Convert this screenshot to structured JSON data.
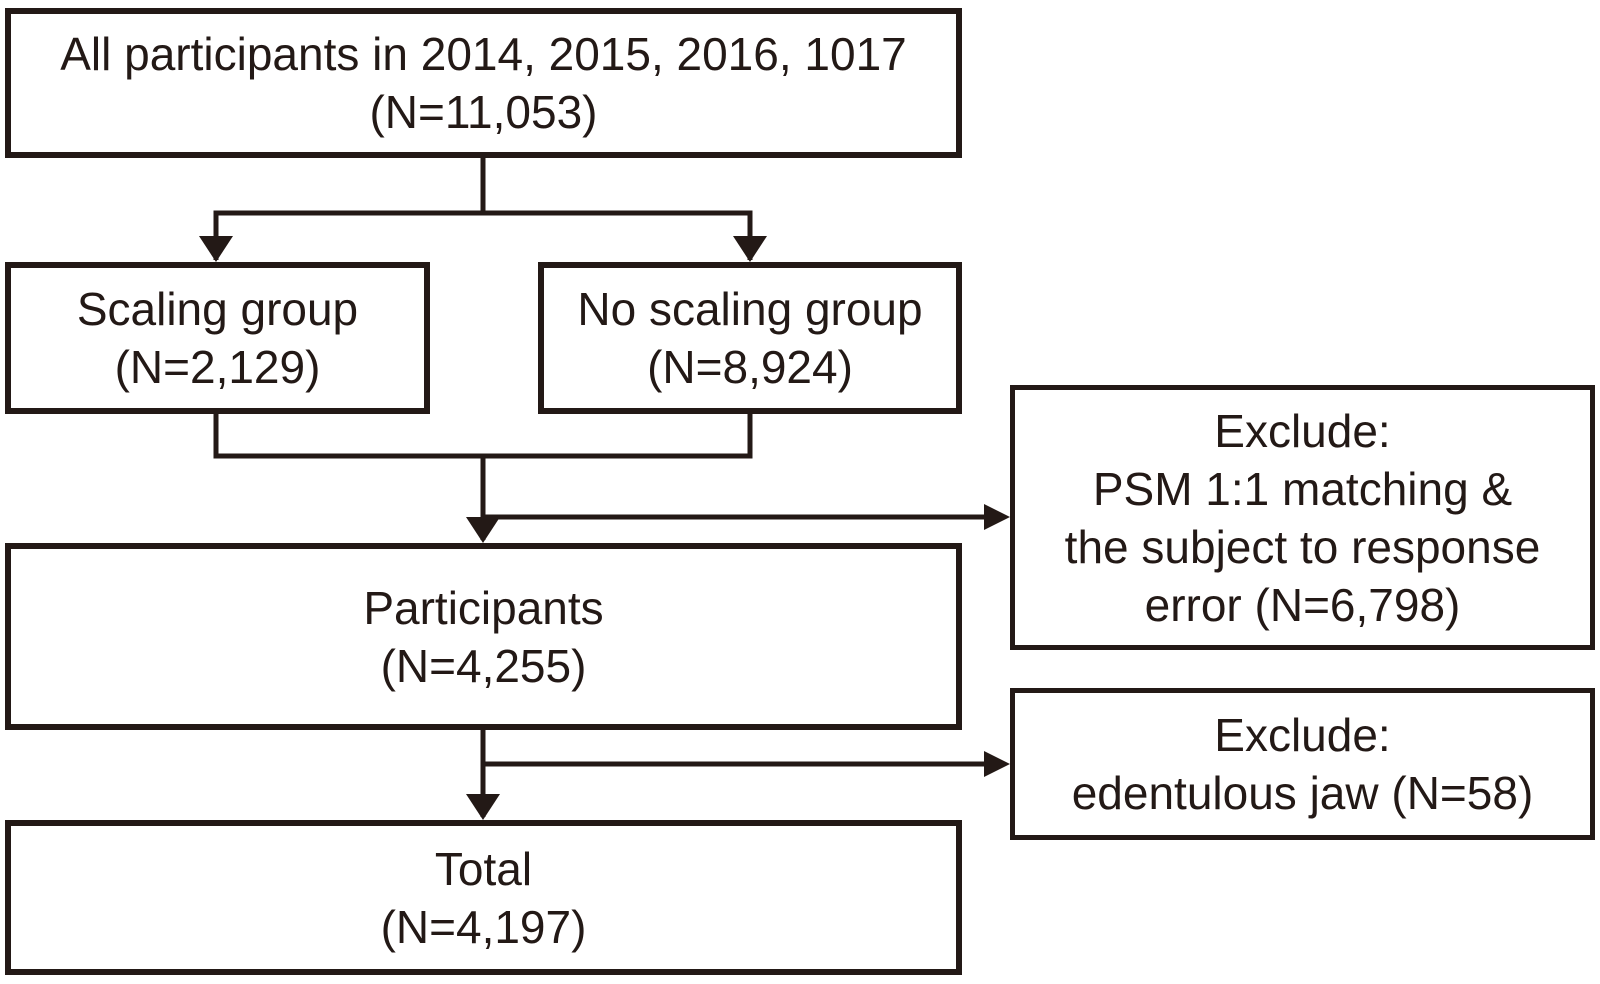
{
  "flowchart": {
    "background_color": "#ffffff",
    "line_color": "#231916",
    "text_color": "#231916",
    "boxes": {
      "all_participants": {
        "lines": [
          "All participants in 2014, 2015, 2016, 1017",
          "(N=11,053)"
        ]
      },
      "scaling_group": {
        "lines": [
          "Scaling group",
          "(N=2,129)"
        ]
      },
      "no_scaling_group": {
        "lines": [
          "No scaling group",
          "(N=8,924)"
        ]
      },
      "exclude_psm": {
        "lines": [
          "Exclude:",
          "PSM 1:1 matching &",
          "the subject to response",
          "error (N=6,798)"
        ]
      },
      "participants": {
        "lines": [
          "Participants",
          "(N=4,255)"
        ]
      },
      "exclude_edentulous": {
        "lines": [
          "Exclude:",
          "edentulous jaw (N=58)"
        ]
      },
      "total": {
        "lines": [
          "Total",
          "(N=4,197)"
        ]
      }
    }
  }
}
